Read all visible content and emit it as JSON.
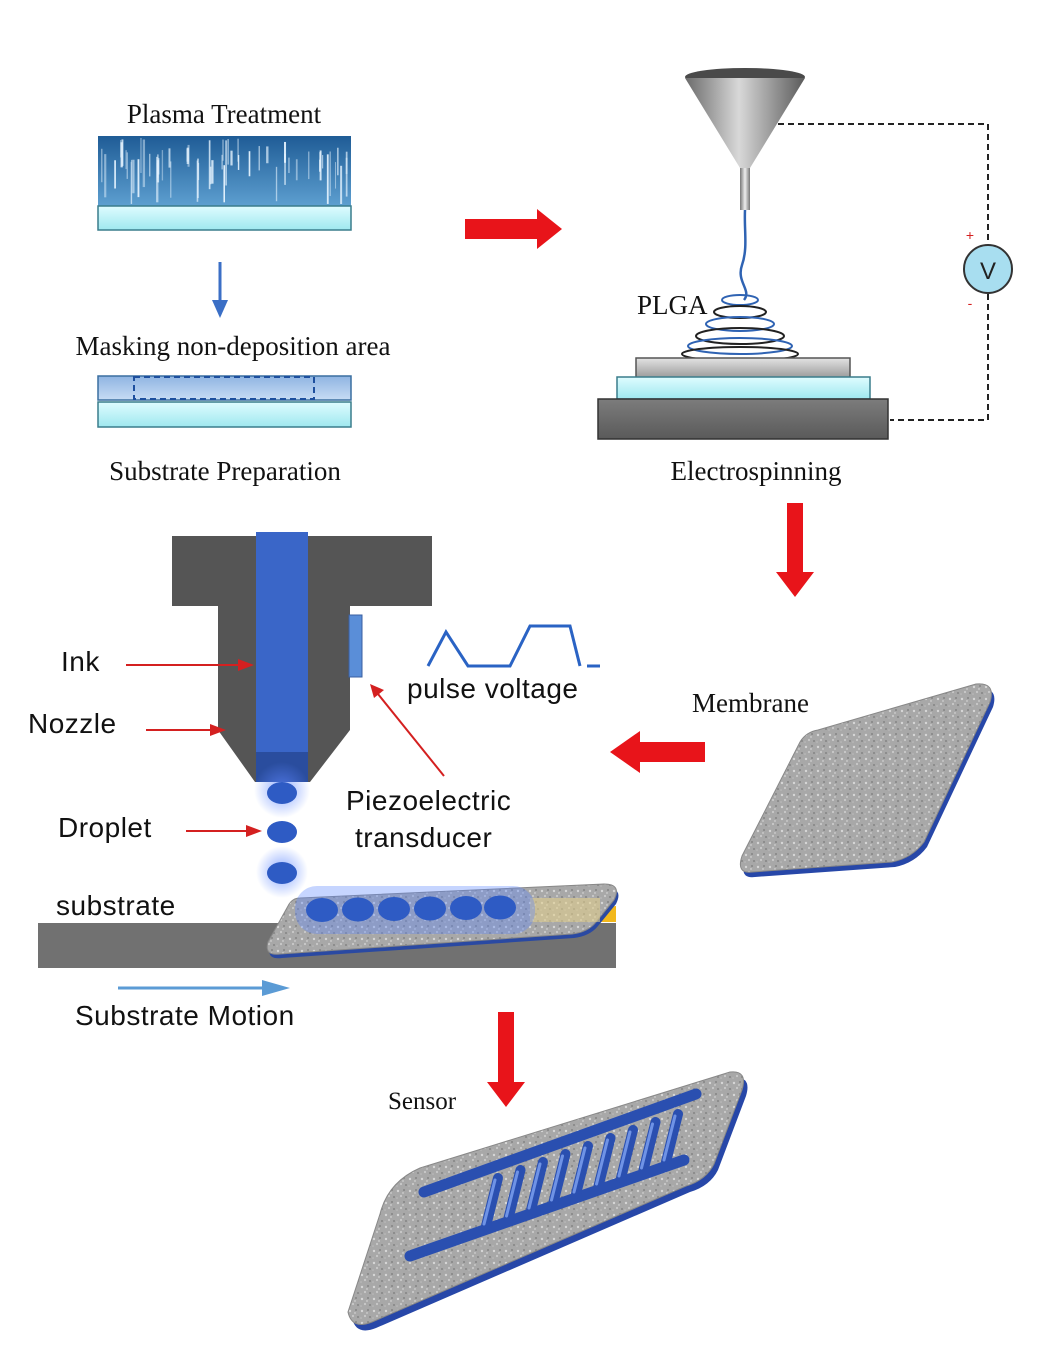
{
  "labels": {
    "plasma_treatment": "Plasma Treatment",
    "masking": "Masking non-deposition area",
    "substrate_preparation": "Substrate Preparation",
    "plga": "PLGA",
    "voltmeter": "V",
    "plus": "+",
    "minus": "-",
    "electrospinning": "Electrospinning",
    "ink": "Ink",
    "nozzle": "Nozzle",
    "droplet": "Droplet",
    "substrate": "substrate",
    "pulse_voltage": "pulse voltage",
    "piezo_line1": "Piezoelectric",
    "piezo_line2": "transducer",
    "membrane": "Membrane",
    "substrate_motion": "Substrate Motion",
    "sensor": "Sensor"
  },
  "colors": {
    "flow_arrow": "#e8141a",
    "pointer_arrow": "#d42020",
    "ink_blue": "#3a66c8",
    "glass": "#b8f2f6",
    "metal_dark": "#6a6a6a",
    "membrane_gray": "#a9a9a9",
    "electrode_blue": "#2a4fb0",
    "motion_arrow": "#5b9bd5"
  }
}
